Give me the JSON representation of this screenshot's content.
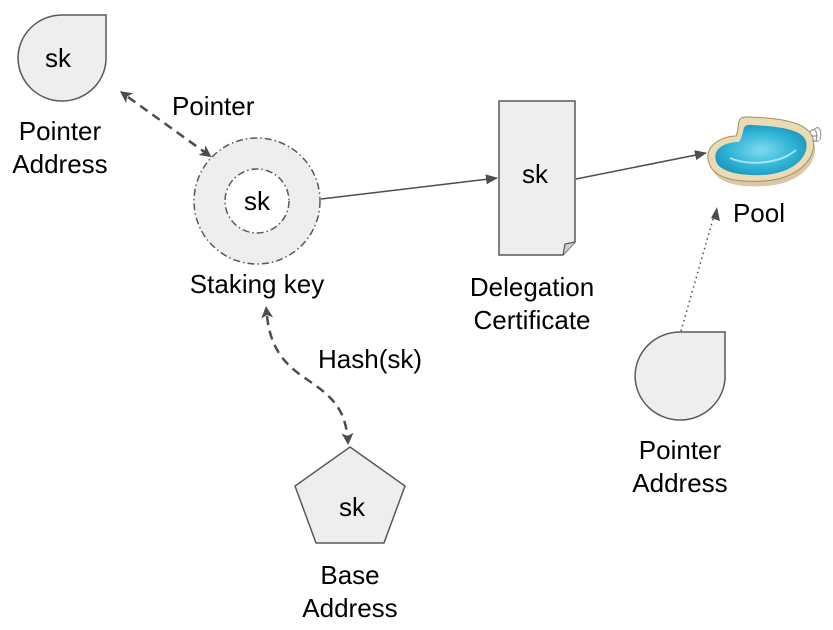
{
  "nodes": {
    "pointer_address_top": {
      "inner_label": "sk",
      "caption_line1": "Pointer",
      "caption_line2": "Address"
    },
    "staking_key": {
      "inner_label": "sk",
      "caption": "Staking key"
    },
    "delegation_certificate": {
      "inner_label": "sk",
      "caption_line1": "Delegation",
      "caption_line2": "Certificate"
    },
    "pool": {
      "caption": "Pool"
    },
    "pointer_address_bottom": {
      "caption_line1": "Pointer",
      "caption_line2": "Address"
    },
    "base_address": {
      "inner_label": "sk",
      "caption_line1": "Base",
      "caption_line2": "Address"
    }
  },
  "edges": {
    "pointer": {
      "label": "Pointer"
    },
    "hash": {
      "label": "Hash(sk)"
    }
  },
  "colors": {
    "shape_fill": "#eeeeee",
    "shape_stroke": "#595959",
    "arrow": "#4d4d4d",
    "pool_water": "#2eb3d6",
    "pool_rim": "#e8d5a8"
  }
}
